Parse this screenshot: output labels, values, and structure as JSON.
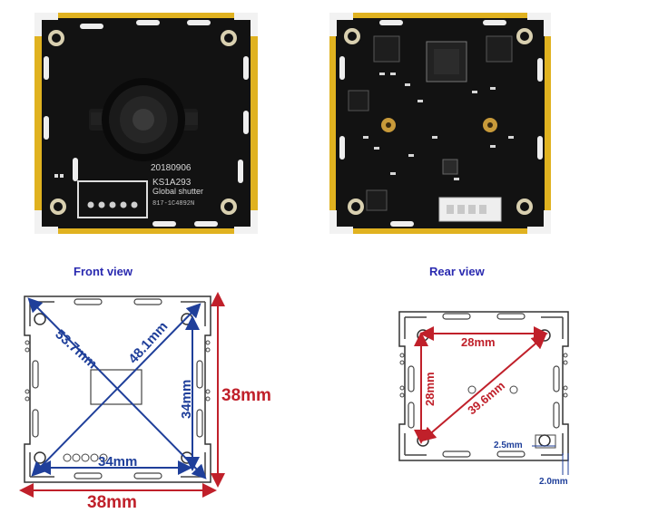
{
  "photos": {
    "front": {
      "lens_date": "20180906",
      "model": "KS1A293",
      "shutter": "Global shutter",
      "serial": "817-1C4892N"
    }
  },
  "captions": {
    "front": "Front  view",
    "rear": "Rear view"
  },
  "front_drawing": {
    "diag_left": "53.7mm",
    "diag_right": "48.1mm",
    "inner_vertical": "34mm",
    "inner_horizontal": "34mm",
    "outer_vertical": "38mm",
    "outer_horizontal": "38mm"
  },
  "rear_drawing": {
    "top": "28mm",
    "side": "28mm",
    "diagonal": "39.6mm",
    "hole_offset": "2.5mm",
    "edge_offset": "2.0mm"
  },
  "colors": {
    "pcb_black": "#121212",
    "gold": "#e0b220",
    "blue_dim": "#1f3f9a",
    "red_dim": "#c0202a",
    "caption_blue": "#2a2ab0"
  }
}
